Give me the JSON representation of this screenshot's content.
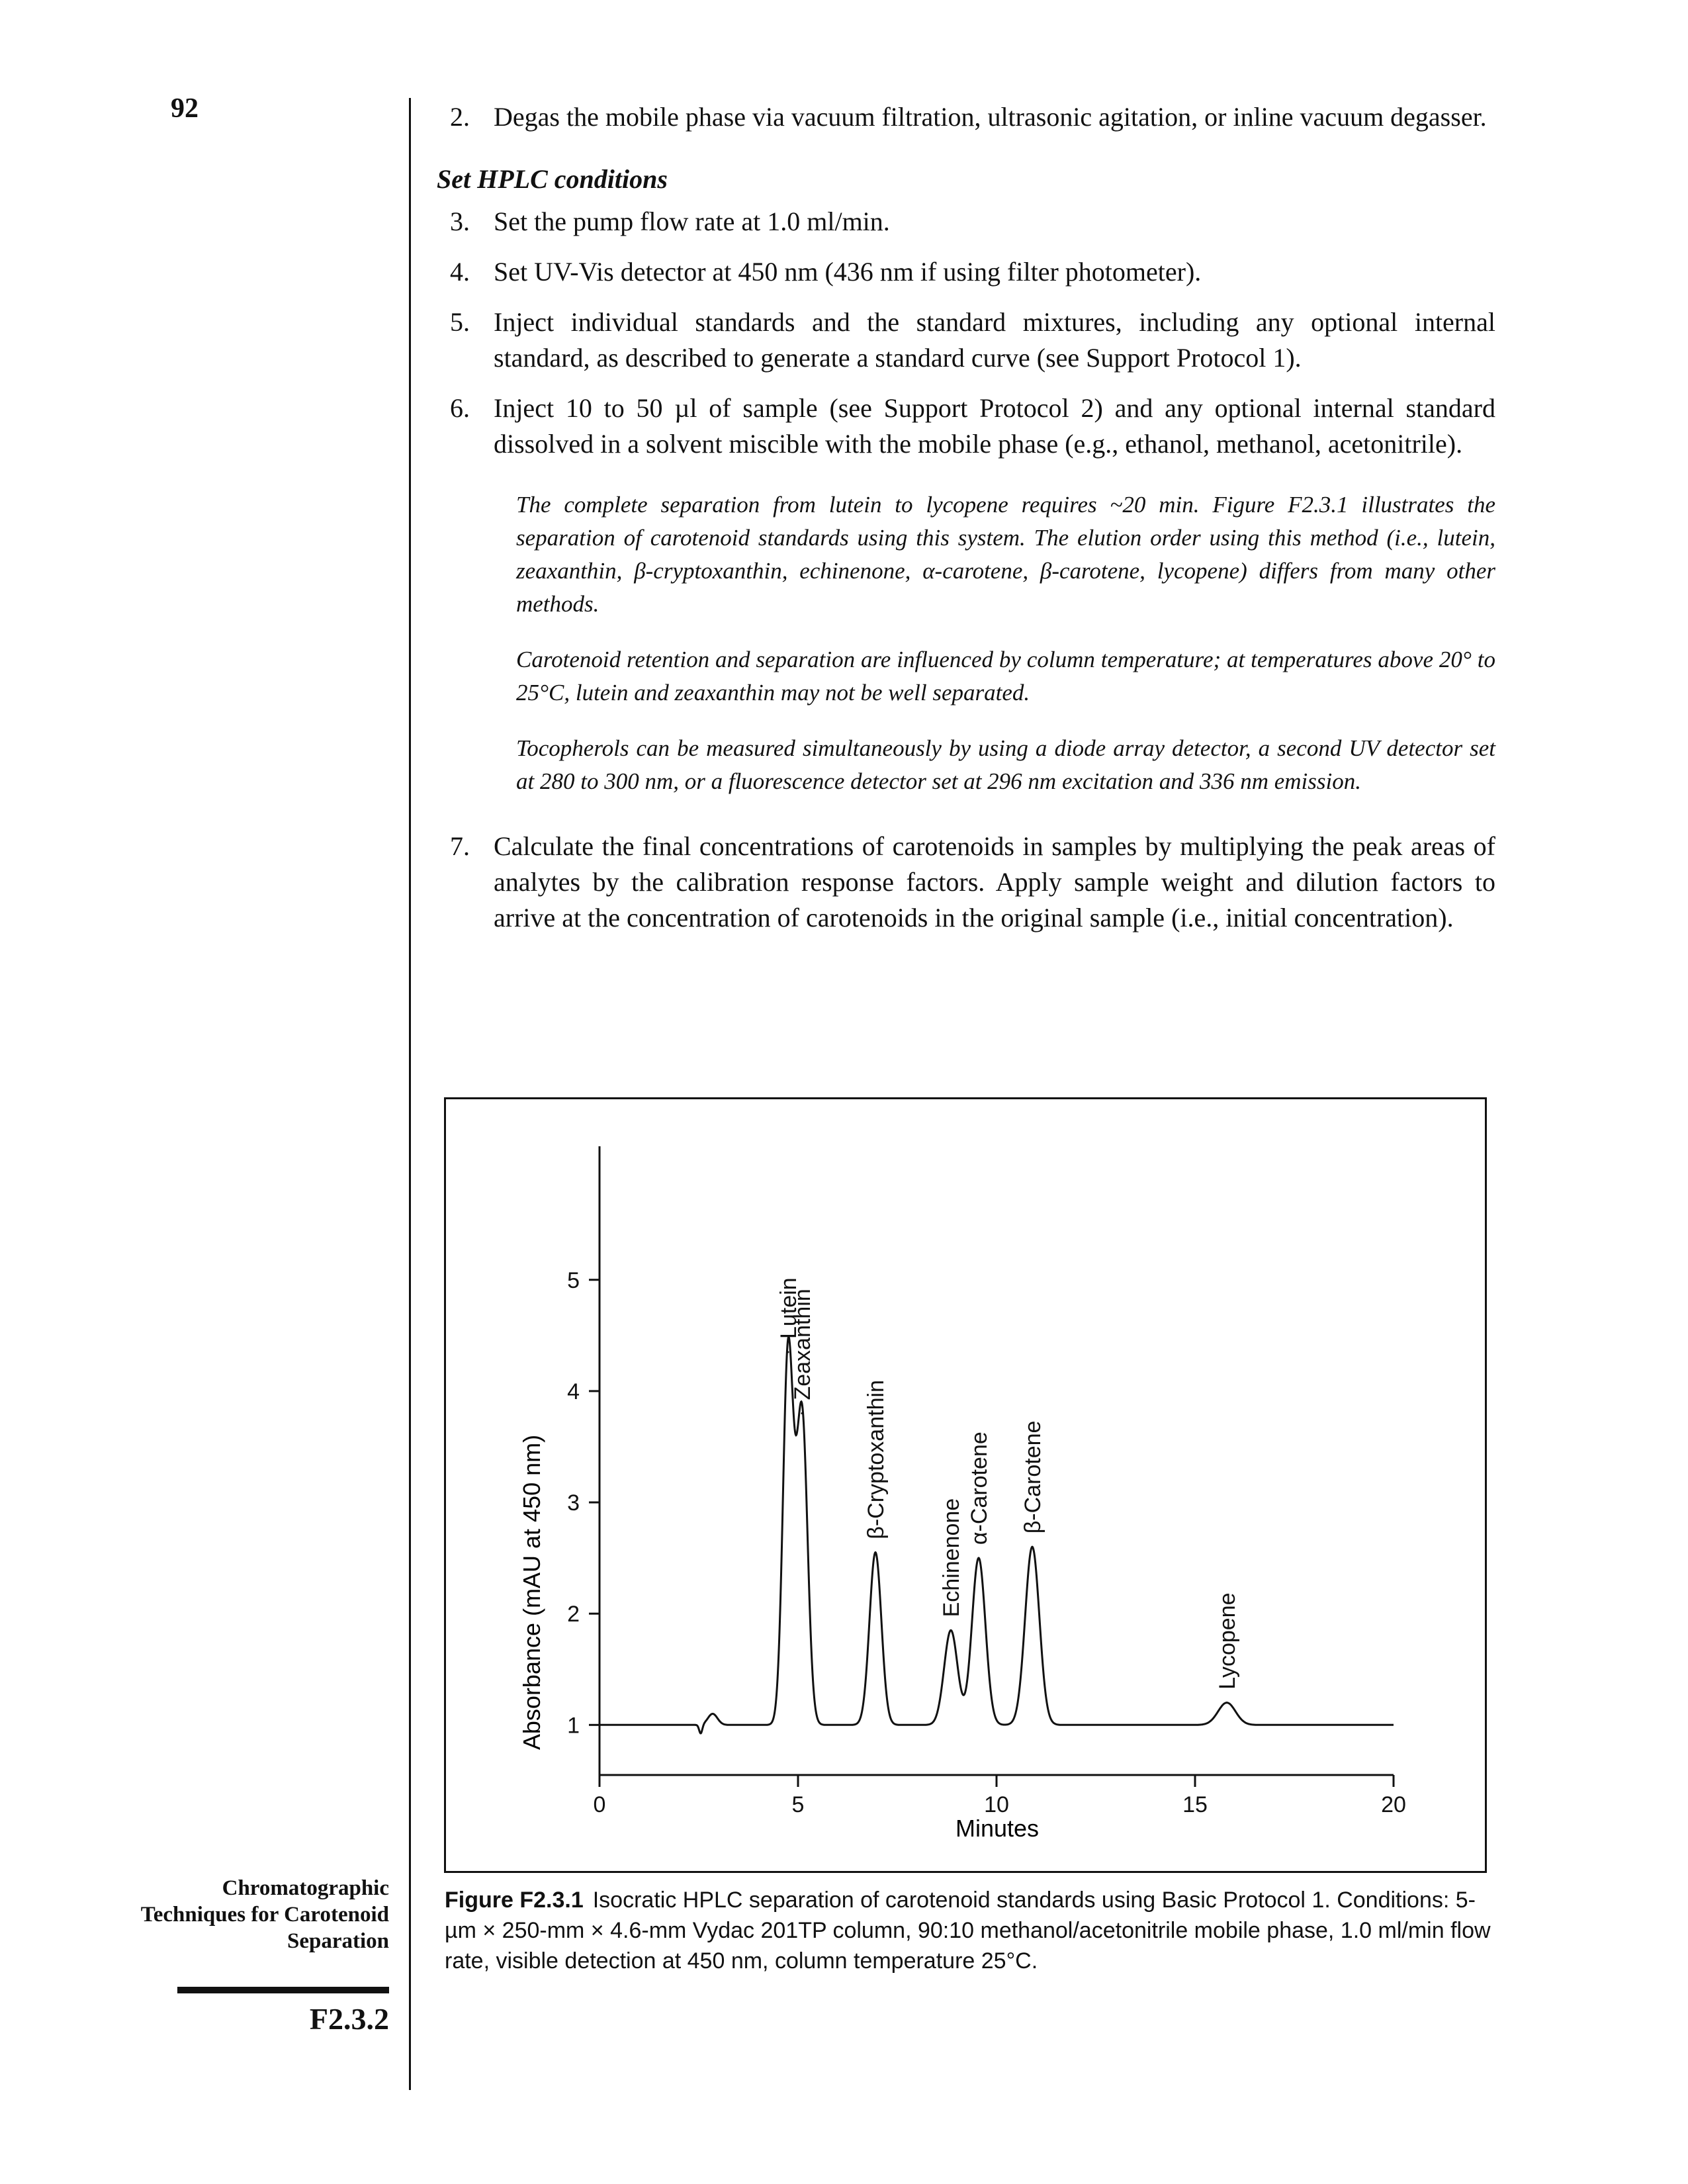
{
  "page": {
    "number": "92",
    "section_title": "Chromatographic Techniques for Carotenoid Separation",
    "section_number": "F2.3.2"
  },
  "steps": [
    {
      "num": "2.",
      "text": "Degas the mobile phase via vacuum filtration, ultrasonic agitation, or inline vacuum degasser."
    },
    {
      "num": "3.",
      "text": "Set the pump flow rate at 1.0 ml/min."
    },
    {
      "num": "4.",
      "text": "Set UV-Vis detector at 450 nm (436 nm if using filter photometer)."
    },
    {
      "num": "5.",
      "text": "Inject individual standards and the standard mixtures, including any optional internal standard, as described to generate a standard curve (see Support Protocol 1)."
    },
    {
      "num": "6.",
      "text": "Inject 10 to 50 µl of sample (see Support Protocol 2) and any optional internal standard dissolved in a solvent miscible with the mobile phase (e.g., ethanol, methanol, acetonitrile)."
    },
    {
      "num": "7.",
      "text": "Calculate the final concentrations of carotenoids in samples by multiplying the peak areas of analytes by the calibration response factors. Apply sample weight and dilution factors to arrive at the concentration of carotenoids in the original sample (i.e., initial concentration)."
    }
  ],
  "subheading": "Set HPLC conditions",
  "annotations": [
    "The complete separation from lutein to lycopene requires ~20 min. Figure F2.3.1 illustrates the separation of carotenoid standards using this system. The elution order using this method (i.e., lutein, zeaxanthin, β-cryptoxanthin, echinenone, α-carotene, β-carotene, lycopene) differs from many other methods.",
    "Carotenoid retention and separation are influenced by column temperature; at temperatures above 20° to 25°C, lutein and zeaxanthin may not be well separated.",
    "Tocopherols can be measured simultaneously by using a diode array detector, a second UV detector set at 280 to 300 nm, or a fluorescence detector set at 296 nm excitation and 336 nm emission."
  ],
  "figure": {
    "label": "Figure F2.3.1",
    "caption": "Isocratic HPLC separation of carotenoid standards using Basic Protocol 1. Conditions: 5-µm × 250-mm × 4.6-mm Vydac 201TP column, 90:10 methanol/acetonitrile mobile phase, 1.0 ml/min flow rate, visible detection at 450 nm, column temperature 25°C."
  },
  "chart_data": {
    "type": "line",
    "xlabel": "Minutes",
    "ylabel": "Absorbance (mAU at 450 nm)",
    "xlim": [
      0,
      20
    ],
    "ylim": [
      0.55,
      6.2
    ],
    "x_ticks": [
      0,
      5,
      10,
      15,
      20
    ],
    "y_ticks": [
      1,
      2,
      3,
      4,
      5
    ],
    "baseline": 1.0,
    "line_color": "#111111",
    "peaks": [
      {
        "name": "Lutein",
        "time": 4.75,
        "height": 4.35,
        "width": 0.13
      },
      {
        "name": "Zeaxanthin",
        "time": 5.1,
        "height": 3.8,
        "width": 0.14
      },
      {
        "name": "β-Cryptoxanthin",
        "time": 6.95,
        "height": 2.55,
        "width": 0.15
      },
      {
        "name": "Echinenone",
        "time": 8.85,
        "height": 1.85,
        "width": 0.17
      },
      {
        "name": "α-Carotene",
        "time": 9.55,
        "height": 2.5,
        "width": 0.17
      },
      {
        "name": "β-Carotene",
        "time": 10.9,
        "height": 2.6,
        "width": 0.18
      },
      {
        "name": "Lycopene",
        "time": 15.8,
        "height": 1.2,
        "width": 0.22
      }
    ],
    "disturbance": {
      "time": 2.55,
      "dip": 0.92,
      "bump": 1.1
    },
    "grid": false
  }
}
